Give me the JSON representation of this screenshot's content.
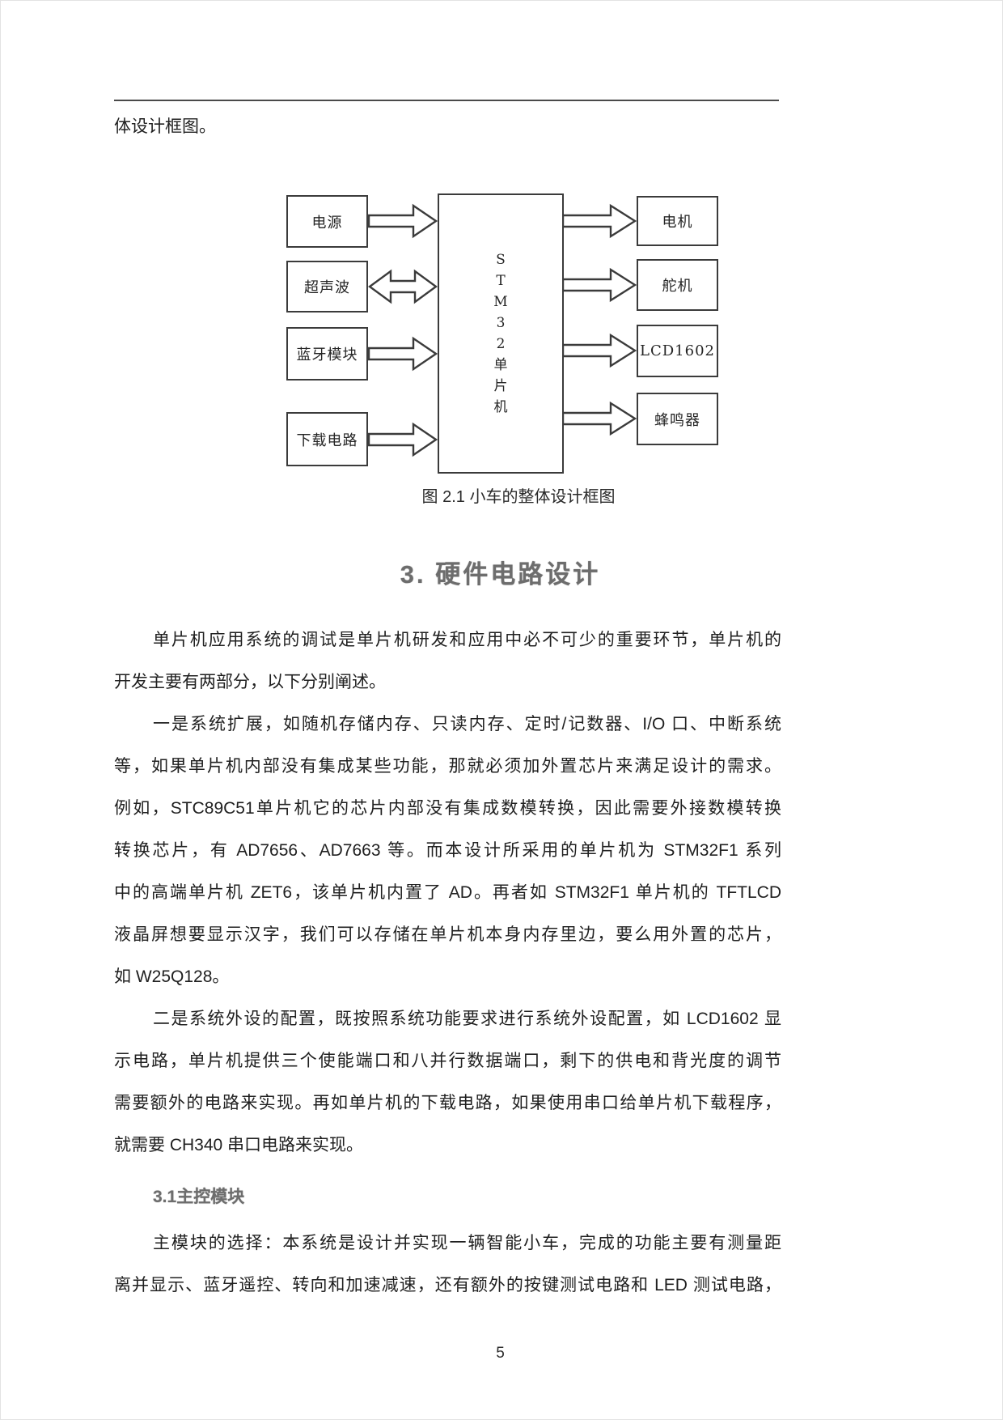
{
  "page": {
    "number": "5"
  },
  "intro_line": "体设计框图。",
  "figure": {
    "caption": "图 2.1 小车的整体设计框图",
    "diagram": {
      "left_modules": [
        {
          "label": "电源"
        },
        {
          "label": "超声波"
        },
        {
          "label": "蓝牙模块"
        },
        {
          "label": "下载电路"
        }
      ],
      "center": {
        "label": "STM32单片机",
        "label_stacked": "S\nT\nM\n3\n2\n单\n片\n机"
      },
      "right_modules": [
        {
          "label": "电机"
        },
        {
          "label": "舵机"
        },
        {
          "label": "LCD1602"
        },
        {
          "label": "蜂鸣器"
        }
      ],
      "connections": [
        {
          "from": "电源",
          "to": "STM32单片机",
          "direction": "right"
        },
        {
          "from": "超声波",
          "to": "STM32单片机",
          "direction": "bidirectional"
        },
        {
          "from": "蓝牙模块",
          "to": "STM32单片机",
          "direction": "right"
        },
        {
          "from": "下载电路",
          "to": "STM32单片机",
          "direction": "right"
        },
        {
          "from": "STM32单片机",
          "to": "电机",
          "direction": "right"
        },
        {
          "from": "STM32单片机",
          "to": "舵机",
          "direction": "right"
        },
        {
          "from": "STM32单片机",
          "to": "LCD1602",
          "direction": "right"
        },
        {
          "from": "STM32单片机",
          "to": "蜂鸣器",
          "direction": "right"
        }
      ]
    }
  },
  "section": {
    "heading": "3. 硬件电路设计"
  },
  "subsection": {
    "heading": "3.1主控模块"
  },
  "body": {
    "lines": [
      {
        "text": "单片机应用系统的调试是单片机研发和应用中必不可少的重要环节，单片机的"
      },
      {
        "text": "开发主要有两部分，以下分别阐述。"
      },
      {
        "text": "一是系统扩展，如随机存储内存、只读内存、定时/记数器、I/O 口、中断系统"
      },
      {
        "text": "等，如果单片机内部没有集成某些功能，那就必须加外置芯片来满足设计的需求。"
      },
      {
        "text": "例如，STC89C51单片机它的芯片内部没有集成数模转换，因此需要外接数模转换"
      },
      {
        "text": "转换芯片，有 AD7656、AD7663 等。而本设计所采用的单片机为 STM32F1 系列"
      },
      {
        "text": "中的高端单片机 ZET6，该单片机内置了 AD。再者如 STM32F1 单片机的 TFTLCD"
      },
      {
        "text": "液晶屏想要显示汉字，我们可以存储在单片机本身内存里边，要么用外置的芯片，"
      },
      {
        "text": "如 W25Q128。"
      },
      {
        "text": "二是系统外设的配置，既按照系统功能要求进行系统外设配置，如 LCD1602 显"
      },
      {
        "text": "示电路，单片机提供三个使能端口和八并行数据端口，剩下的供电和背光度的调节"
      },
      {
        "text": "需要额外的电路来实现。再如单片机的下载电路，如果使用串口给单片机下载程序，"
      },
      {
        "text": "就需要 CH340 串口电路来实现。"
      },
      {
        "text": "主模块的选择：本系统是设计并实现一辆智能小车，完成的功能主要有测量距"
      },
      {
        "text": "离并显示、蓝牙遥控、转向和加速减速，还有额外的按键测试电路和 LED 测试电路，"
      }
    ]
  }
}
